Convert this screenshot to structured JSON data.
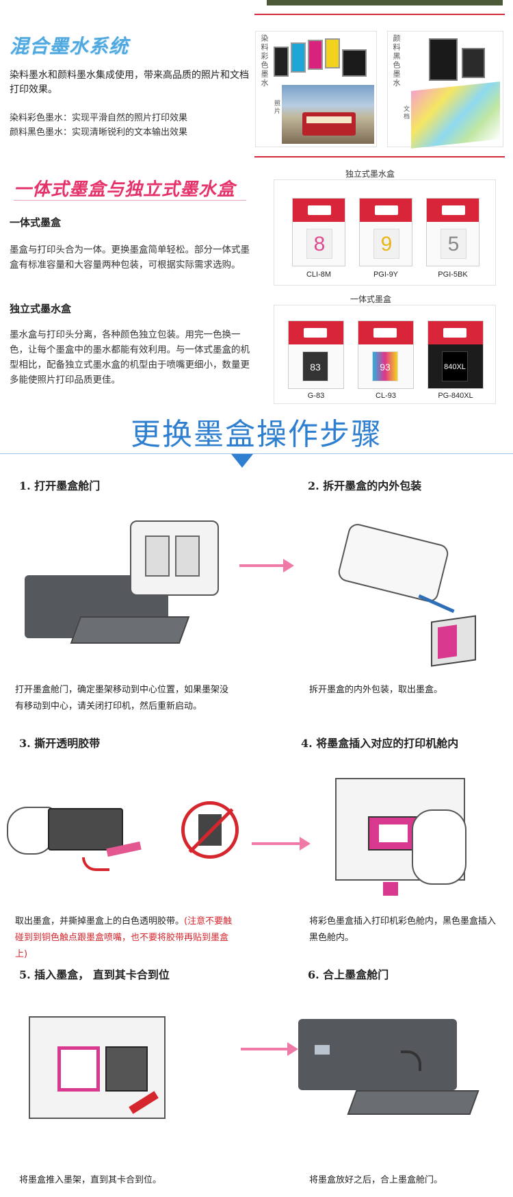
{
  "section1": {
    "title": "混合墨水系统",
    "intro": "染料墨水和颜料墨水集成使用，带来高品质的照片和文档打印效果。",
    "line1": "染料彩色墨水：实现平滑自然的照片打印效果",
    "line2": "颜料黑色墨水：实现清晰锐利的文本输出效果",
    "panel_left_label": "染料彩色墨水",
    "panel_left_sub": "照片",
    "panel_right_label": "颜料黑色墨水",
    "panel_right_sub": "文档"
  },
  "section2": {
    "title": "一体式墨盒与独立式墨水盒",
    "head1": "一体式墨盒",
    "para1": "墨盒与打印头合为一体。更换墨盒简单轻松。部分一体式墨盒有标准容量和大容量两种包装，可根据实际需求选购。",
    "head2": "独立式墨水盒",
    "para2": "墨水盒与打印头分离，各种颜色独立包装。用完一色换一色，让每个墨盒中的墨水都能有效利用。与一体式墨盒的机型相比，配备独立式墨水盒的机型由于喷嘴更细小，数量更多能使照片打印品质更佳。",
    "box1_title": "独立式墨水盒",
    "box1_items": [
      {
        "num": "8",
        "label": "CLI-8M"
      },
      {
        "num": "9",
        "label": "PGI-9Y"
      },
      {
        "num": "5",
        "label": "PGI-5BK"
      }
    ],
    "box2_title": "一体式墨盒",
    "box2_items": [
      {
        "num": "83",
        "label": "G-83"
      },
      {
        "num": "93",
        "label": "CL-93"
      },
      {
        "num": "840XL",
        "label": "PG-840XL"
      }
    ]
  },
  "banner": {
    "title": "更换墨盒操作步骤"
  },
  "steps": [
    {
      "title": "1. 打开墨盒舱门",
      "desc": "打开墨盒舱门，确定墨架移动到中心位置，如果墨架没有移动到中心，请关闭打印机，然后重新启动。",
      "note": ""
    },
    {
      "title": "2. 拆开墨盒的内外包装",
      "desc": "拆开墨盒的内外包装，取出墨盒。",
      "note": ""
    },
    {
      "title": "3. 撕开透明胶带",
      "desc": "取出墨盒，并撕掉墨盒上的白色透明胶带。",
      "note": "(注意不要触碰到到铜色触点跟墨盒喷嘴，也不要将胶带再贴到墨盒上)"
    },
    {
      "title": "4. 将墨盒插入对应的打印机舱内",
      "desc": "将彩色墨盒插入打印机彩色舱内，黑色墨盒插入黑色舱内。",
      "note": ""
    },
    {
      "title": "5. 插入墨盒， 直到其卡合到位",
      "desc": "将墨盒推入墨架，直到其卡合到位。",
      "note": ""
    },
    {
      "title": "6. 合上墨盒舱门",
      "desc": "将墨盒放好之后，合上墨盒舱门。",
      "note": ""
    }
  ],
  "colors": {
    "title_blue": "#4fa8e0",
    "title_red": "#e5336a",
    "banner_blue": "#2f7fd0",
    "divider": "#d7263d",
    "arrow_pink": "#f07aa7",
    "canon_red": "#d9253a"
  }
}
